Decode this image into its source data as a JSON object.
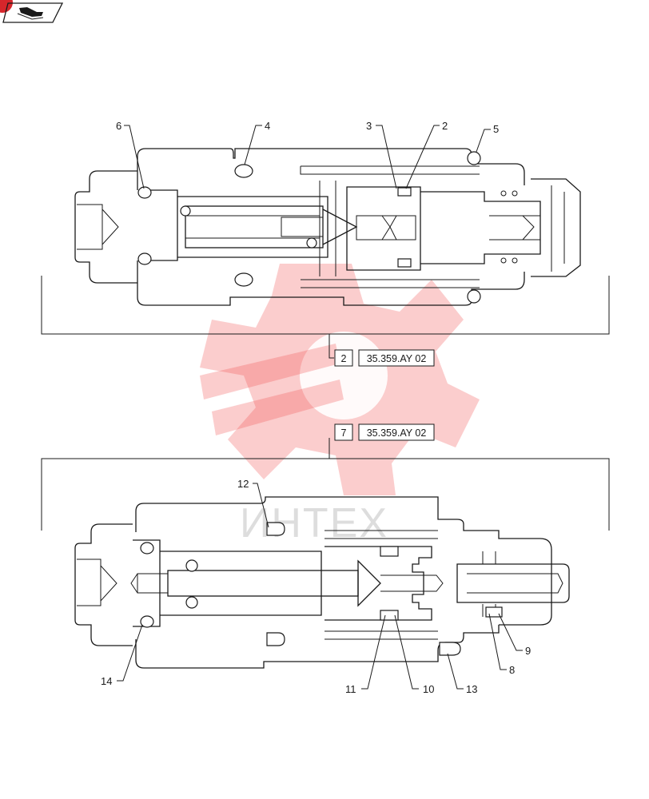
{
  "diagram": {
    "callouts": [
      {
        "id": "c1",
        "label": "6"
      },
      {
        "id": "c2",
        "label": "4"
      },
      {
        "id": "c3",
        "label": "3"
      },
      {
        "id": "c4",
        "label": "2"
      },
      {
        "id": "c5",
        "label": "5"
      },
      {
        "id": "c6",
        "label": "12"
      },
      {
        "id": "c7",
        "label": "14"
      },
      {
        "id": "c8",
        "label": "11"
      },
      {
        "id": "c9",
        "label": "10"
      },
      {
        "id": "c10",
        "label": "13"
      },
      {
        "id": "c11",
        "label": "8"
      },
      {
        "id": "c12",
        "label": "9"
      }
    ],
    "references": [
      {
        "item": "2",
        "code": "35.359.AY 02"
      },
      {
        "item": "7",
        "code": "35.359.AY 02"
      }
    ],
    "watermark_text": "ИНТЕХ"
  },
  "colors": {
    "line": "#1a1a1a",
    "watermark": "#f04a4a",
    "corner_badge": "#d6262b"
  },
  "icons": {
    "corner": "book-icon"
  }
}
